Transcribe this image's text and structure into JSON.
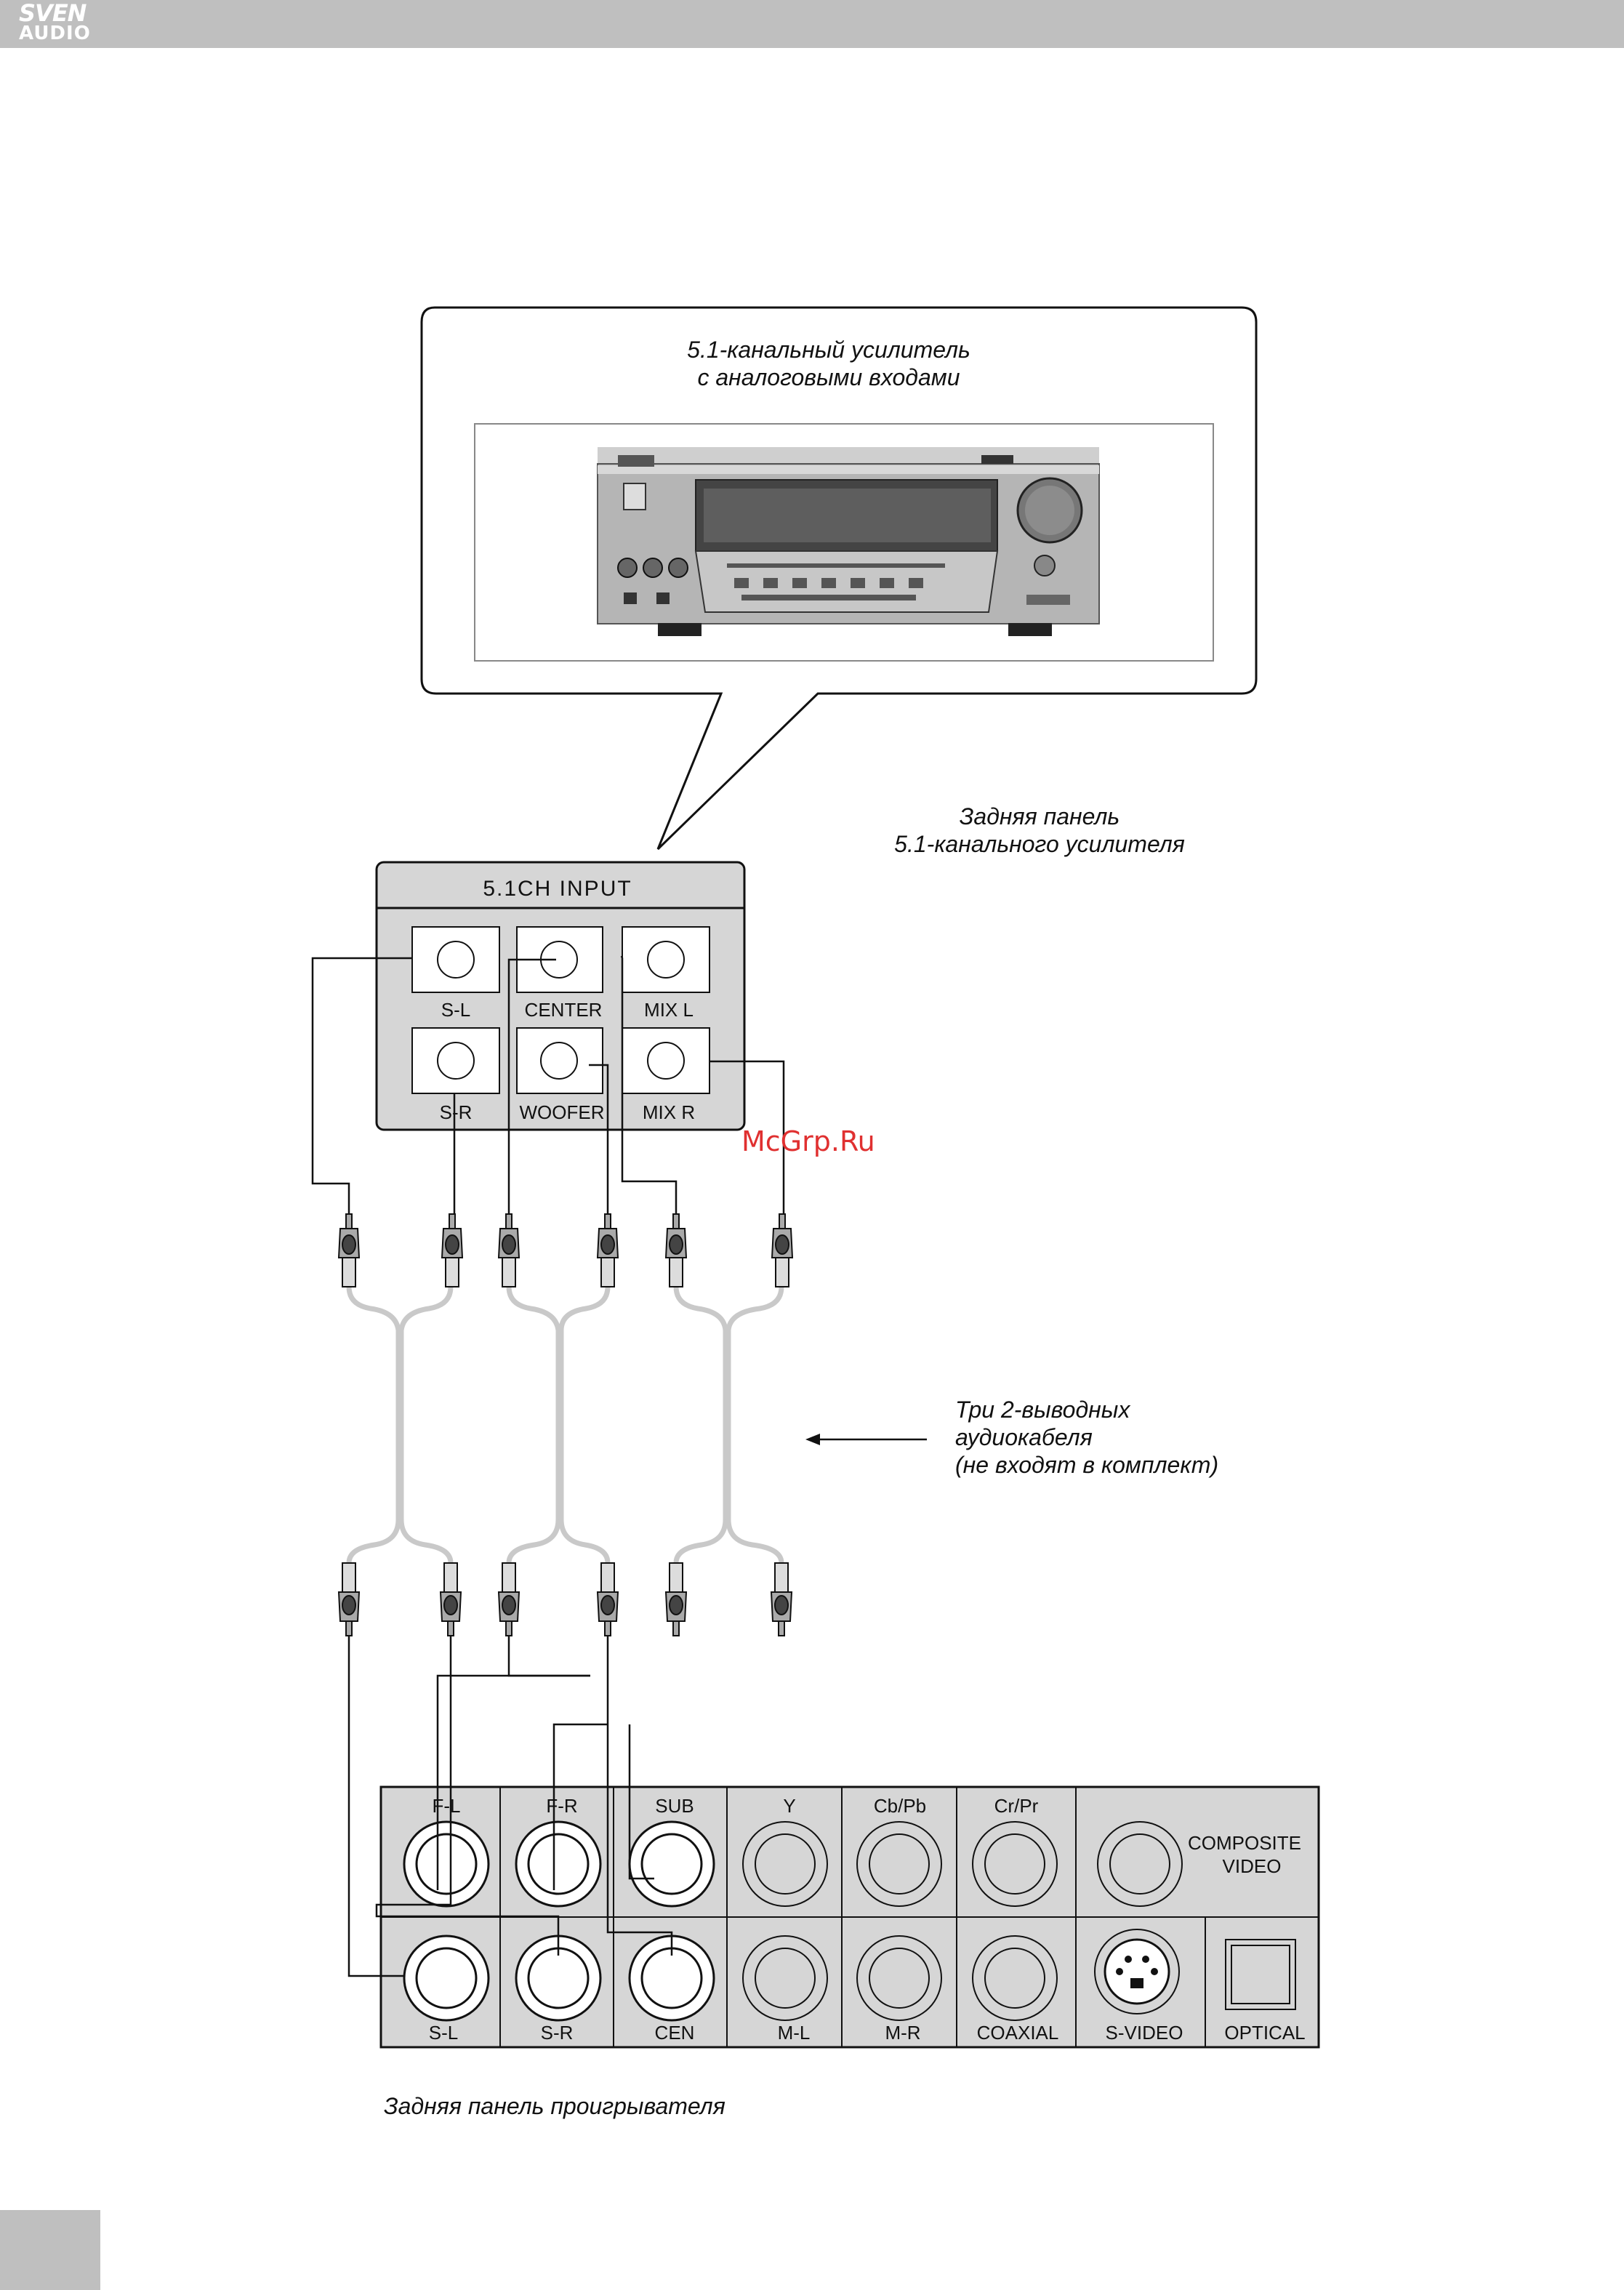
{
  "brand": {
    "line1": "SVEN",
    "line2": "AUDIO"
  },
  "amplifier_caption": {
    "line1": "5.1-канальный усилитель",
    "line2": "с аналоговыми входами"
  },
  "rear_panel_caption": {
    "line1": "Задняя панель",
    "line2": "5.1-канального усилителя"
  },
  "amp_panel": {
    "title": "5.1CH INPUT",
    "jacks": [
      "S-L",
      "CENTER",
      "MIX L",
      "S-R",
      "WOOFER",
      "MIX R"
    ]
  },
  "watermark": "McGrp.Ru",
  "cables_caption": {
    "line1": "Три 2-выводных",
    "line2": "аудиокабеля",
    "line3": "(не входят в комплект)"
  },
  "player_panel": {
    "top_row": [
      "F-L",
      "F-R",
      "SUB",
      "Y",
      "Cb/Pb",
      "Cr/Pr"
    ],
    "composite": {
      "line1": "COMPOSITE",
      "line2": "VIDEO"
    },
    "bottom_row": [
      "S-L",
      "S-R",
      "CEN",
      "M-L",
      "M-R",
      "COAXIAL",
      "S-VIDEO",
      "OPTICAL"
    ]
  },
  "player_caption": "Задняя панель проигрывателя",
  "colors": {
    "panel_bg": "#d6d6d6",
    "top_bar": "#bfbfbf",
    "cable": "#c9c9c9",
    "watermark": "#e03030"
  }
}
